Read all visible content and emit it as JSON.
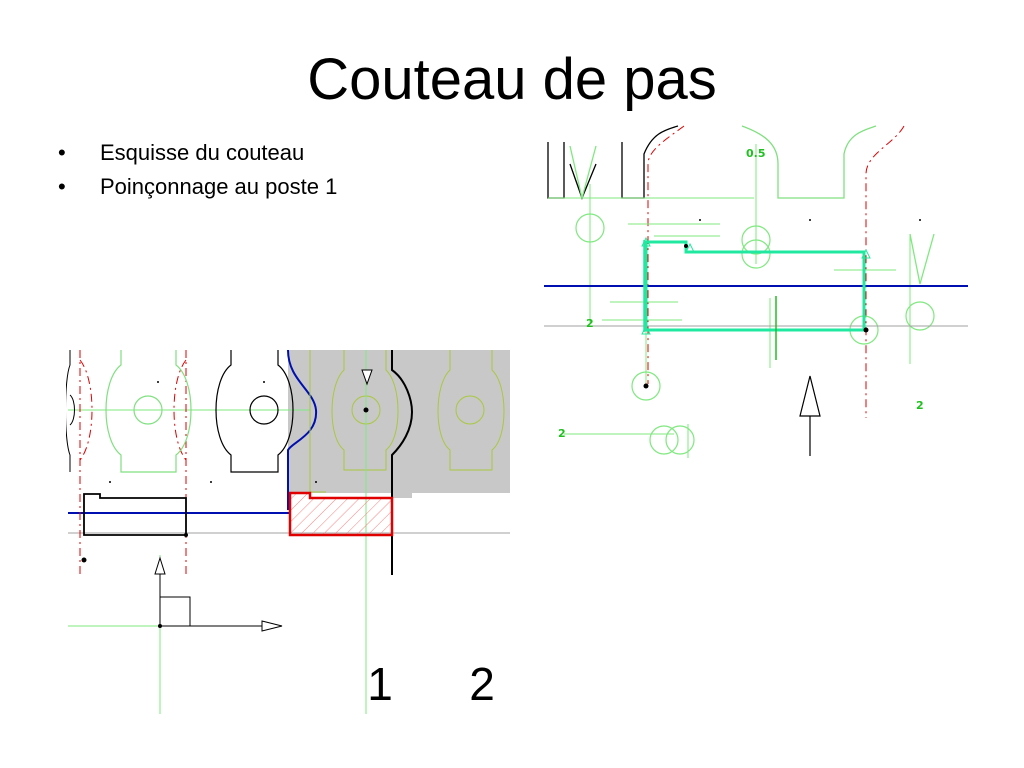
{
  "slide": {
    "title": "Couteau de pas",
    "bullets": [
      {
        "marker": "•",
        "text": "Esquisse du couteau"
      },
      {
        "marker": "•",
        "text": "Poinçonnage au poste 1"
      }
    ]
  },
  "left_drawing": {
    "station_labels": [
      "1",
      "2"
    ]
  },
  "right_drawing": {
    "dimension_labels": [
      "0.5",
      "2",
      "2",
      "2"
    ]
  },
  "colors": {
    "construction_line": "#7fe87f",
    "strip_edge": "#0010b0",
    "punch_outline": "#e00000",
    "punch_hatch": "#ff8080",
    "blank_fill": "#c8c8c8",
    "centerline": "#e00000",
    "part_outline": "#000000",
    "part_green": "#80e080",
    "knife_cyan": "#20e8a0",
    "dimension_text": "#20c020"
  }
}
